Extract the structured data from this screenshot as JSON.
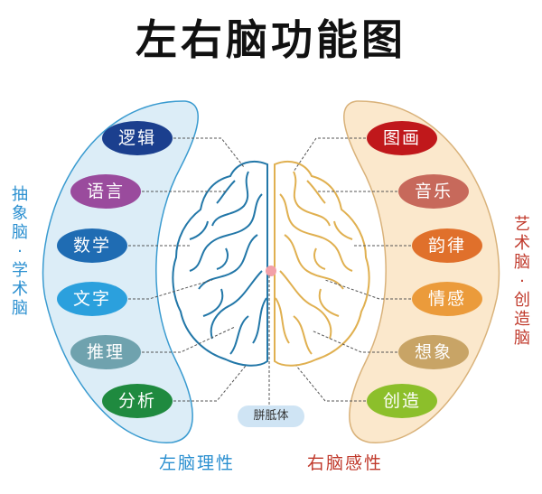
{
  "title": "左右脑功能图",
  "left": {
    "side_label": [
      "抽",
      "象",
      "脑",
      "·",
      "学",
      "术",
      "脑"
    ],
    "bottom_label": "左脑理性",
    "items": [
      {
        "label": "逻辑",
        "color": "#1b3f8e"
      },
      {
        "label": "语言",
        "color": "#9a4b9d"
      },
      {
        "label": "数学",
        "color": "#1f6cb3"
      },
      {
        "label": "文字",
        "color": "#2ba0dd"
      },
      {
        "label": "推理",
        "color": "#6fa2ae"
      },
      {
        "label": "分析",
        "color": "#1f8a3f"
      }
    ]
  },
  "right": {
    "side_label": [
      "艺",
      "术",
      "脑",
      "·",
      "创",
      "造",
      "脑"
    ],
    "bottom_label": "右脑感性",
    "items": [
      {
        "label": "图画",
        "color": "#c0181b"
      },
      {
        "label": "音乐",
        "color": "#c7695b"
      },
      {
        "label": "韵律",
        "color": "#e0702b"
      },
      {
        "label": "情感",
        "color": "#eb9b3b"
      },
      {
        "label": "想象",
        "color": "#c8a466"
      },
      {
        "label": "创造",
        "color": "#8cbf2b"
      }
    ]
  },
  "center": {
    "label": "胼胝体"
  },
  "colors": {
    "left_band": "#dcedf7",
    "left_stroke": "#3a9bd0",
    "right_band": "#fbe8cc",
    "right_stroke": "#d9b27a",
    "left_text": "#2a8fd0",
    "right_text": "#c0392b"
  }
}
